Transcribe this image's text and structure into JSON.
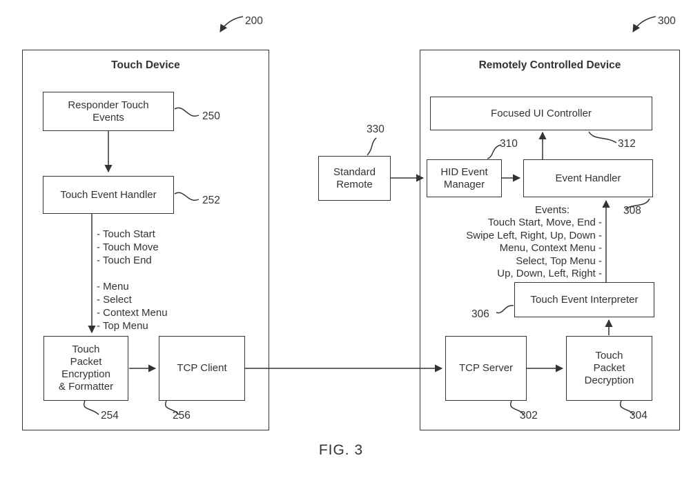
{
  "fig": {
    "label": "FIG. 3"
  },
  "refs": {
    "r200": "200",
    "r300": "300"
  },
  "touch_device": {
    "title": "Touch Device",
    "responder": {
      "label": "Responder Touch\nEvents",
      "ref": "250"
    },
    "handler": {
      "label": "Touch Event Handler",
      "ref": "252"
    },
    "event_list": "- Touch Start\n- Touch Move\n- Touch End\n\n- Menu\n- Select\n- Context Menu\n- Top Menu",
    "encryption": {
      "label": "Touch\nPacket\nEncryption\n& Formatter",
      "ref": "254"
    },
    "tcp_client": {
      "label": "TCP Client",
      "ref": "256"
    }
  },
  "standard_remote": {
    "label": "Standard\nRemote",
    "ref": "330"
  },
  "remote_device": {
    "title": "Remotely Controlled Device",
    "focused_ui": {
      "label": "Focused UI Controller",
      "ref": "312"
    },
    "hid": {
      "label": "HID Event\nManager",
      "ref": "310"
    },
    "event_handler": {
      "label": "Event Handler",
      "ref": "308"
    },
    "events_title": "Events:",
    "events_lines": "Touch Start, Move, End -\nSwipe Left, Right, Up, Down -\nMenu, Context Menu -\nSelect, Top Menu -\nUp, Down, Left, Right -",
    "interpreter": {
      "label": "Touch Event Interpreter",
      "ref": "306"
    },
    "tcp_server": {
      "label": "TCP Server",
      "ref": "302"
    },
    "decryption": {
      "label": "Touch\nPacket\nDecryption",
      "ref": "304"
    }
  }
}
